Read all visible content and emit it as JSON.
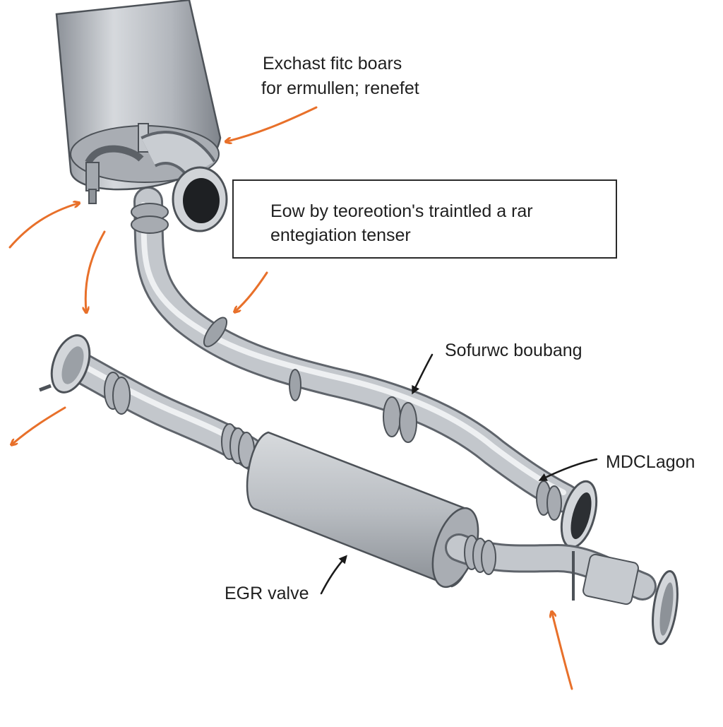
{
  "labels": {
    "top_note_line1": "Exchast fitc boars",
    "top_note_line2": "for ermullen; renefet",
    "box_line1": "Eow by teoreotion's traintled a rar",
    "box_line2": "entegiation tenser",
    "mid_label": "Sofurwc boubang",
    "right_label": "MDCLagon",
    "bottom_label": "EGR valve"
  },
  "colors": {
    "arrow_orange": "#e8702a",
    "arrow_black": "#1a1a1a",
    "metal": "#b8bcc2",
    "metal_dark": "#6f747b",
    "metal_light": "#e6e8eb"
  }
}
